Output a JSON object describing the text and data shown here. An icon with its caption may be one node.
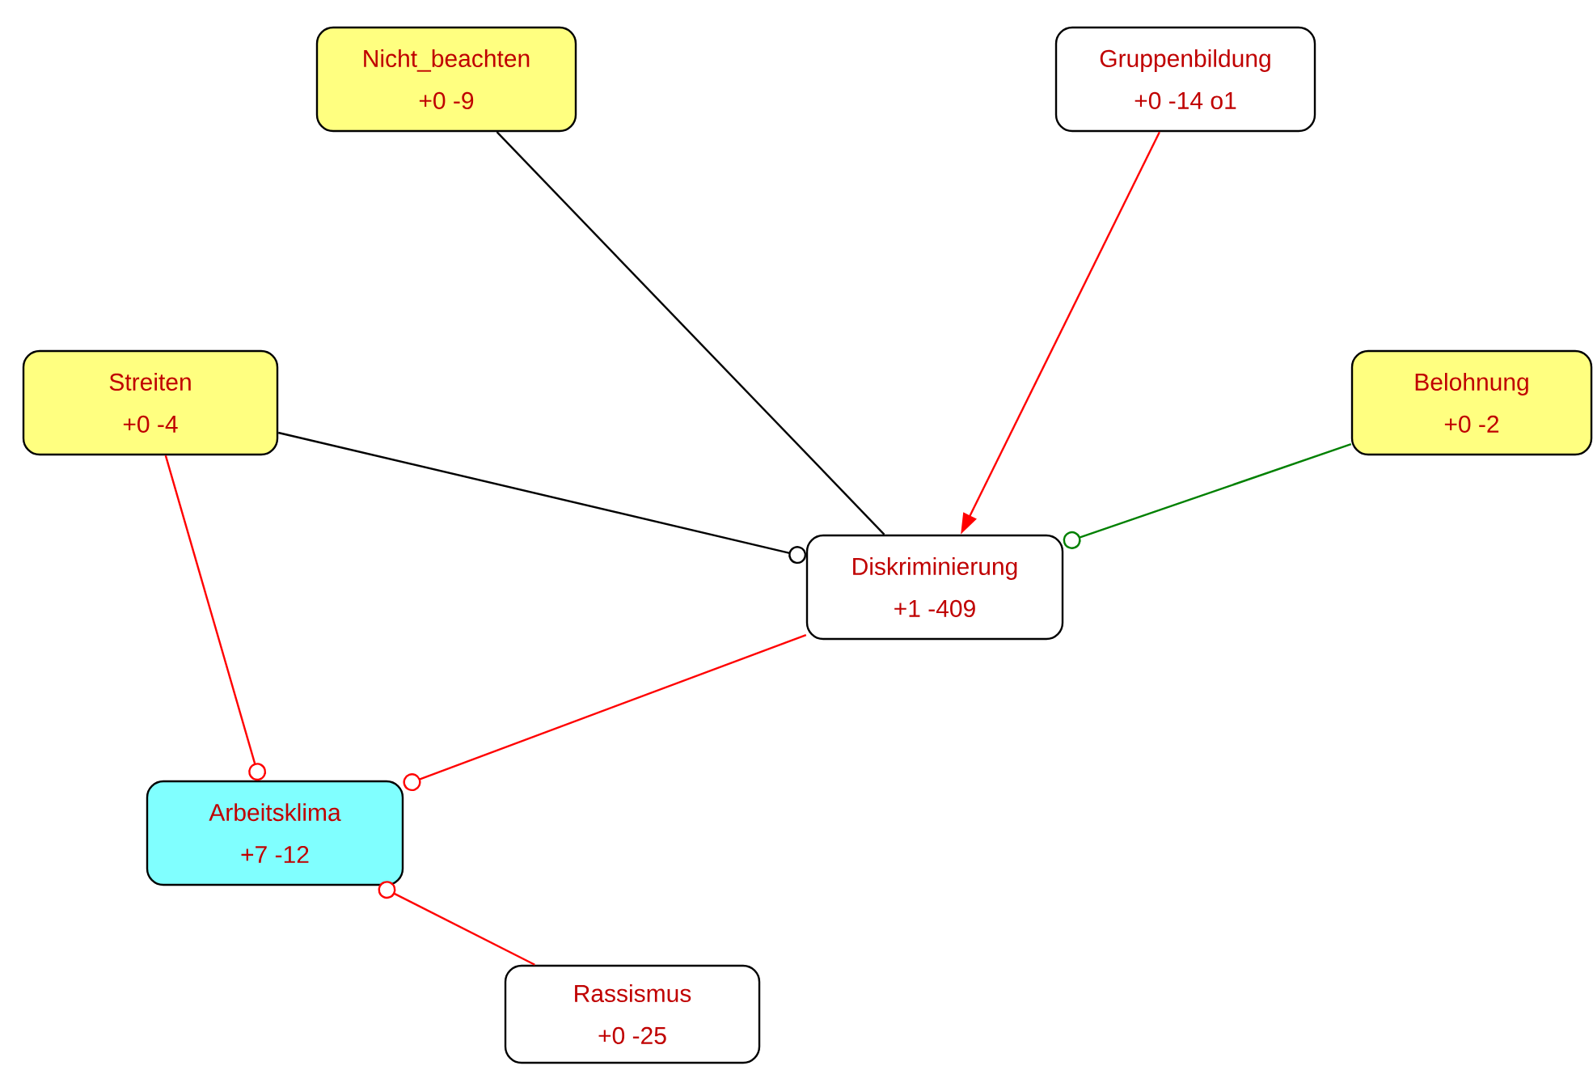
{
  "diagram": {
    "nodes": [
      {
        "text": [
          "Nicht_beachten",
          "+0 -9"
        ]
      },
      {
        "text": [
          "Gruppenbildung",
          "+0 -14 o1"
        ]
      },
      {
        "text": [
          "Streiten",
          "+0 -4"
        ]
      },
      {
        "text": [
          "Belohnung",
          "+0 -2"
        ]
      },
      {
        "text": [
          "Diskriminierung",
          "+1 -409"
        ]
      },
      {
        "text": [
          "Arbeitsklima",
          "+7 -12"
        ]
      },
      {
        "text": [
          "Rassismus",
          "+0 -25"
        ]
      }
    ],
    "edges": [
      {
        "from": 0,
        "to": 4,
        "arrow": "none",
        "color": "#000000"
      },
      {
        "from": 1,
        "to": 4,
        "arrow": "to"
      },
      {
        "from": 2,
        "to": 4,
        "arrow": "other",
        "color": "#000000"
      },
      {
        "from": 3,
        "to": 4,
        "arrow": "other",
        "color": "#008000"
      },
      {
        "from": 2,
        "to": 5,
        "arrow": "other"
      },
      {
        "from": 4,
        "to": 5,
        "arrow": "other"
      },
      {
        "from": 6,
        "to": 5,
        "arrow": "other"
      }
    ]
  }
}
